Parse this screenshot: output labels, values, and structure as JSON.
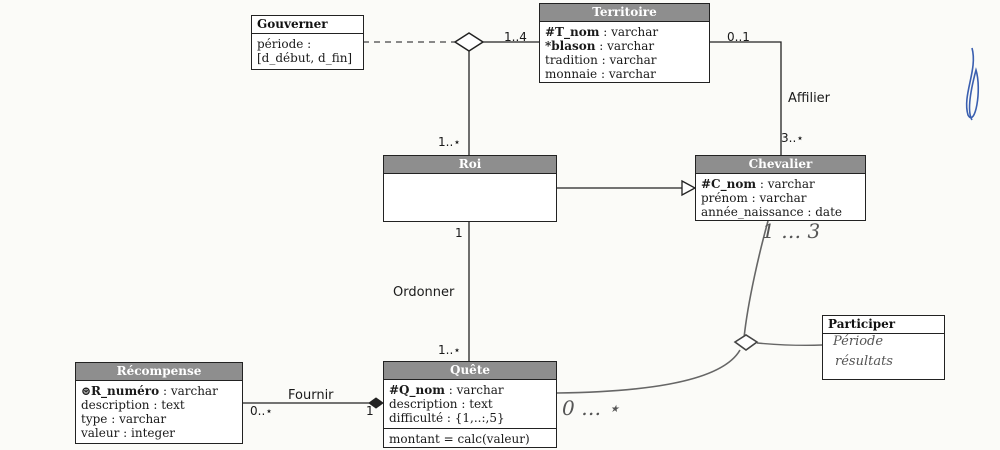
{
  "classes": {
    "gouverner": {
      "name": "Gouverner",
      "attrs": [
        "période :",
        "[d_début, d_fin]"
      ]
    },
    "territoire": {
      "name": "Territoire",
      "attrs": [
        {
          "key": "#T_nom",
          "type": " : varchar"
        },
        {
          "key": "*blason",
          "type": " : varchar"
        },
        {
          "key": "tradition",
          "type": " : varchar"
        },
        {
          "key": "monnaie",
          "type": " : varchar"
        }
      ]
    },
    "roi": {
      "name": "Roi"
    },
    "chevalier": {
      "name": "Chevalier",
      "attrs": [
        {
          "key": "#C_nom",
          "type": " : varchar"
        },
        {
          "key": "prénom",
          "type": " : varchar"
        },
        {
          "key": "année_naissance",
          "type": " : date"
        }
      ]
    },
    "participer": {
      "name": "Participer",
      "hand1": "Période",
      "hand2": "résultats"
    },
    "recompense": {
      "name": "Récompense",
      "attrs": [
        {
          "key": "⊛R_numéro",
          "type": " : varchar"
        },
        {
          "key": "description",
          "type": " : text"
        },
        {
          "key": "type",
          "type": " : varchar"
        },
        {
          "key": "valeur",
          "type": " : integer"
        }
      ]
    },
    "quete": {
      "name": "Quête",
      "attrs": [
        {
          "key": "#Q_nom",
          "type": " : varchar"
        },
        {
          "key": "description",
          "type": " : text"
        },
        {
          "key": "difficulté",
          "type": " : {1,..:,5}"
        }
      ],
      "operation": "montant = calc(valeur)"
    }
  },
  "associations": {
    "affilier": "Affilier",
    "ordonner": "Ordonner",
    "fournir": "Fournir"
  },
  "multiplicities": {
    "territoire_gouverner": "1..4",
    "roi_gouverner": "1..⋆",
    "territoire_affilier": "0..1",
    "chevalier_affilier": "3..⋆",
    "roi_ordonner": "1",
    "quete_ordonner": "1..⋆",
    "recompense_fournir": "0..⋆",
    "quete_fournir": "1",
    "chevalier_participer_hand": "1 … 3",
    "quete_participer_hand": "0 … ⋆"
  }
}
